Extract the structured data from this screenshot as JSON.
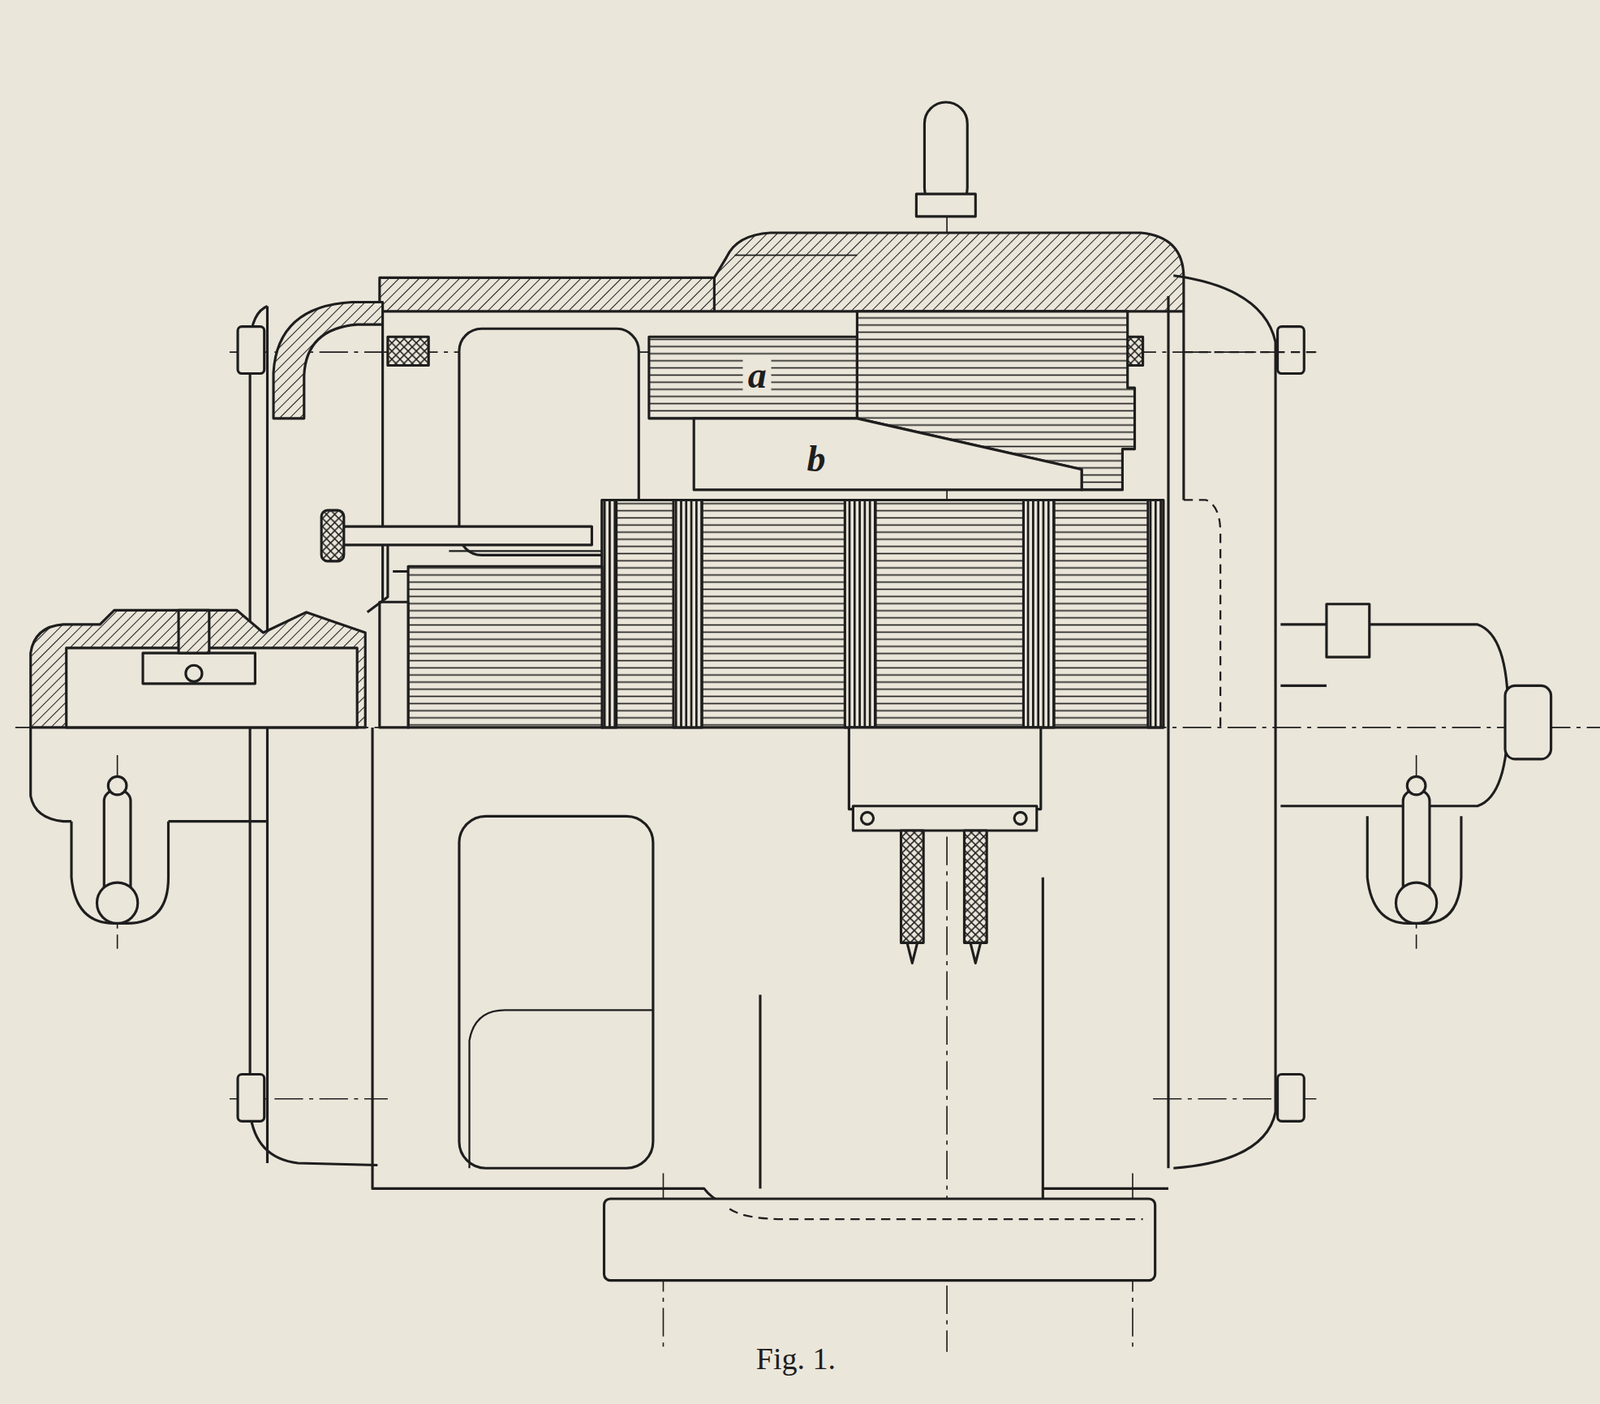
{
  "diagram": {
    "caption": "Fig. 1.",
    "labels": [
      "a",
      "b"
    ]
  }
}
